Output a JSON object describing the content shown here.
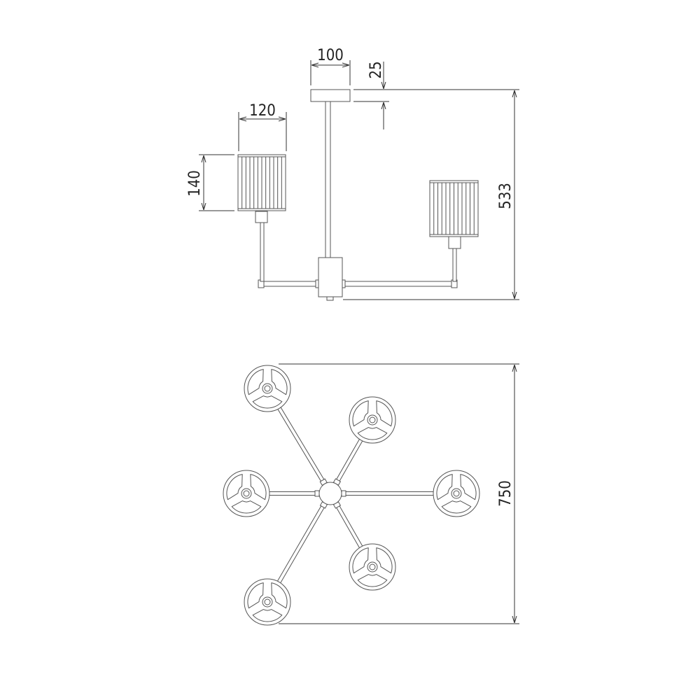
{
  "side_view": {
    "canopy_width": "100",
    "canopy_height": "25",
    "shade_width": "120",
    "shade_height": "140",
    "total_height": "533"
  },
  "top_view": {
    "total_diameter": "750",
    "arm_count": 6
  },
  "colors": {
    "line": "#555555",
    "dimension": "#333333",
    "background": "#ffffff"
  }
}
